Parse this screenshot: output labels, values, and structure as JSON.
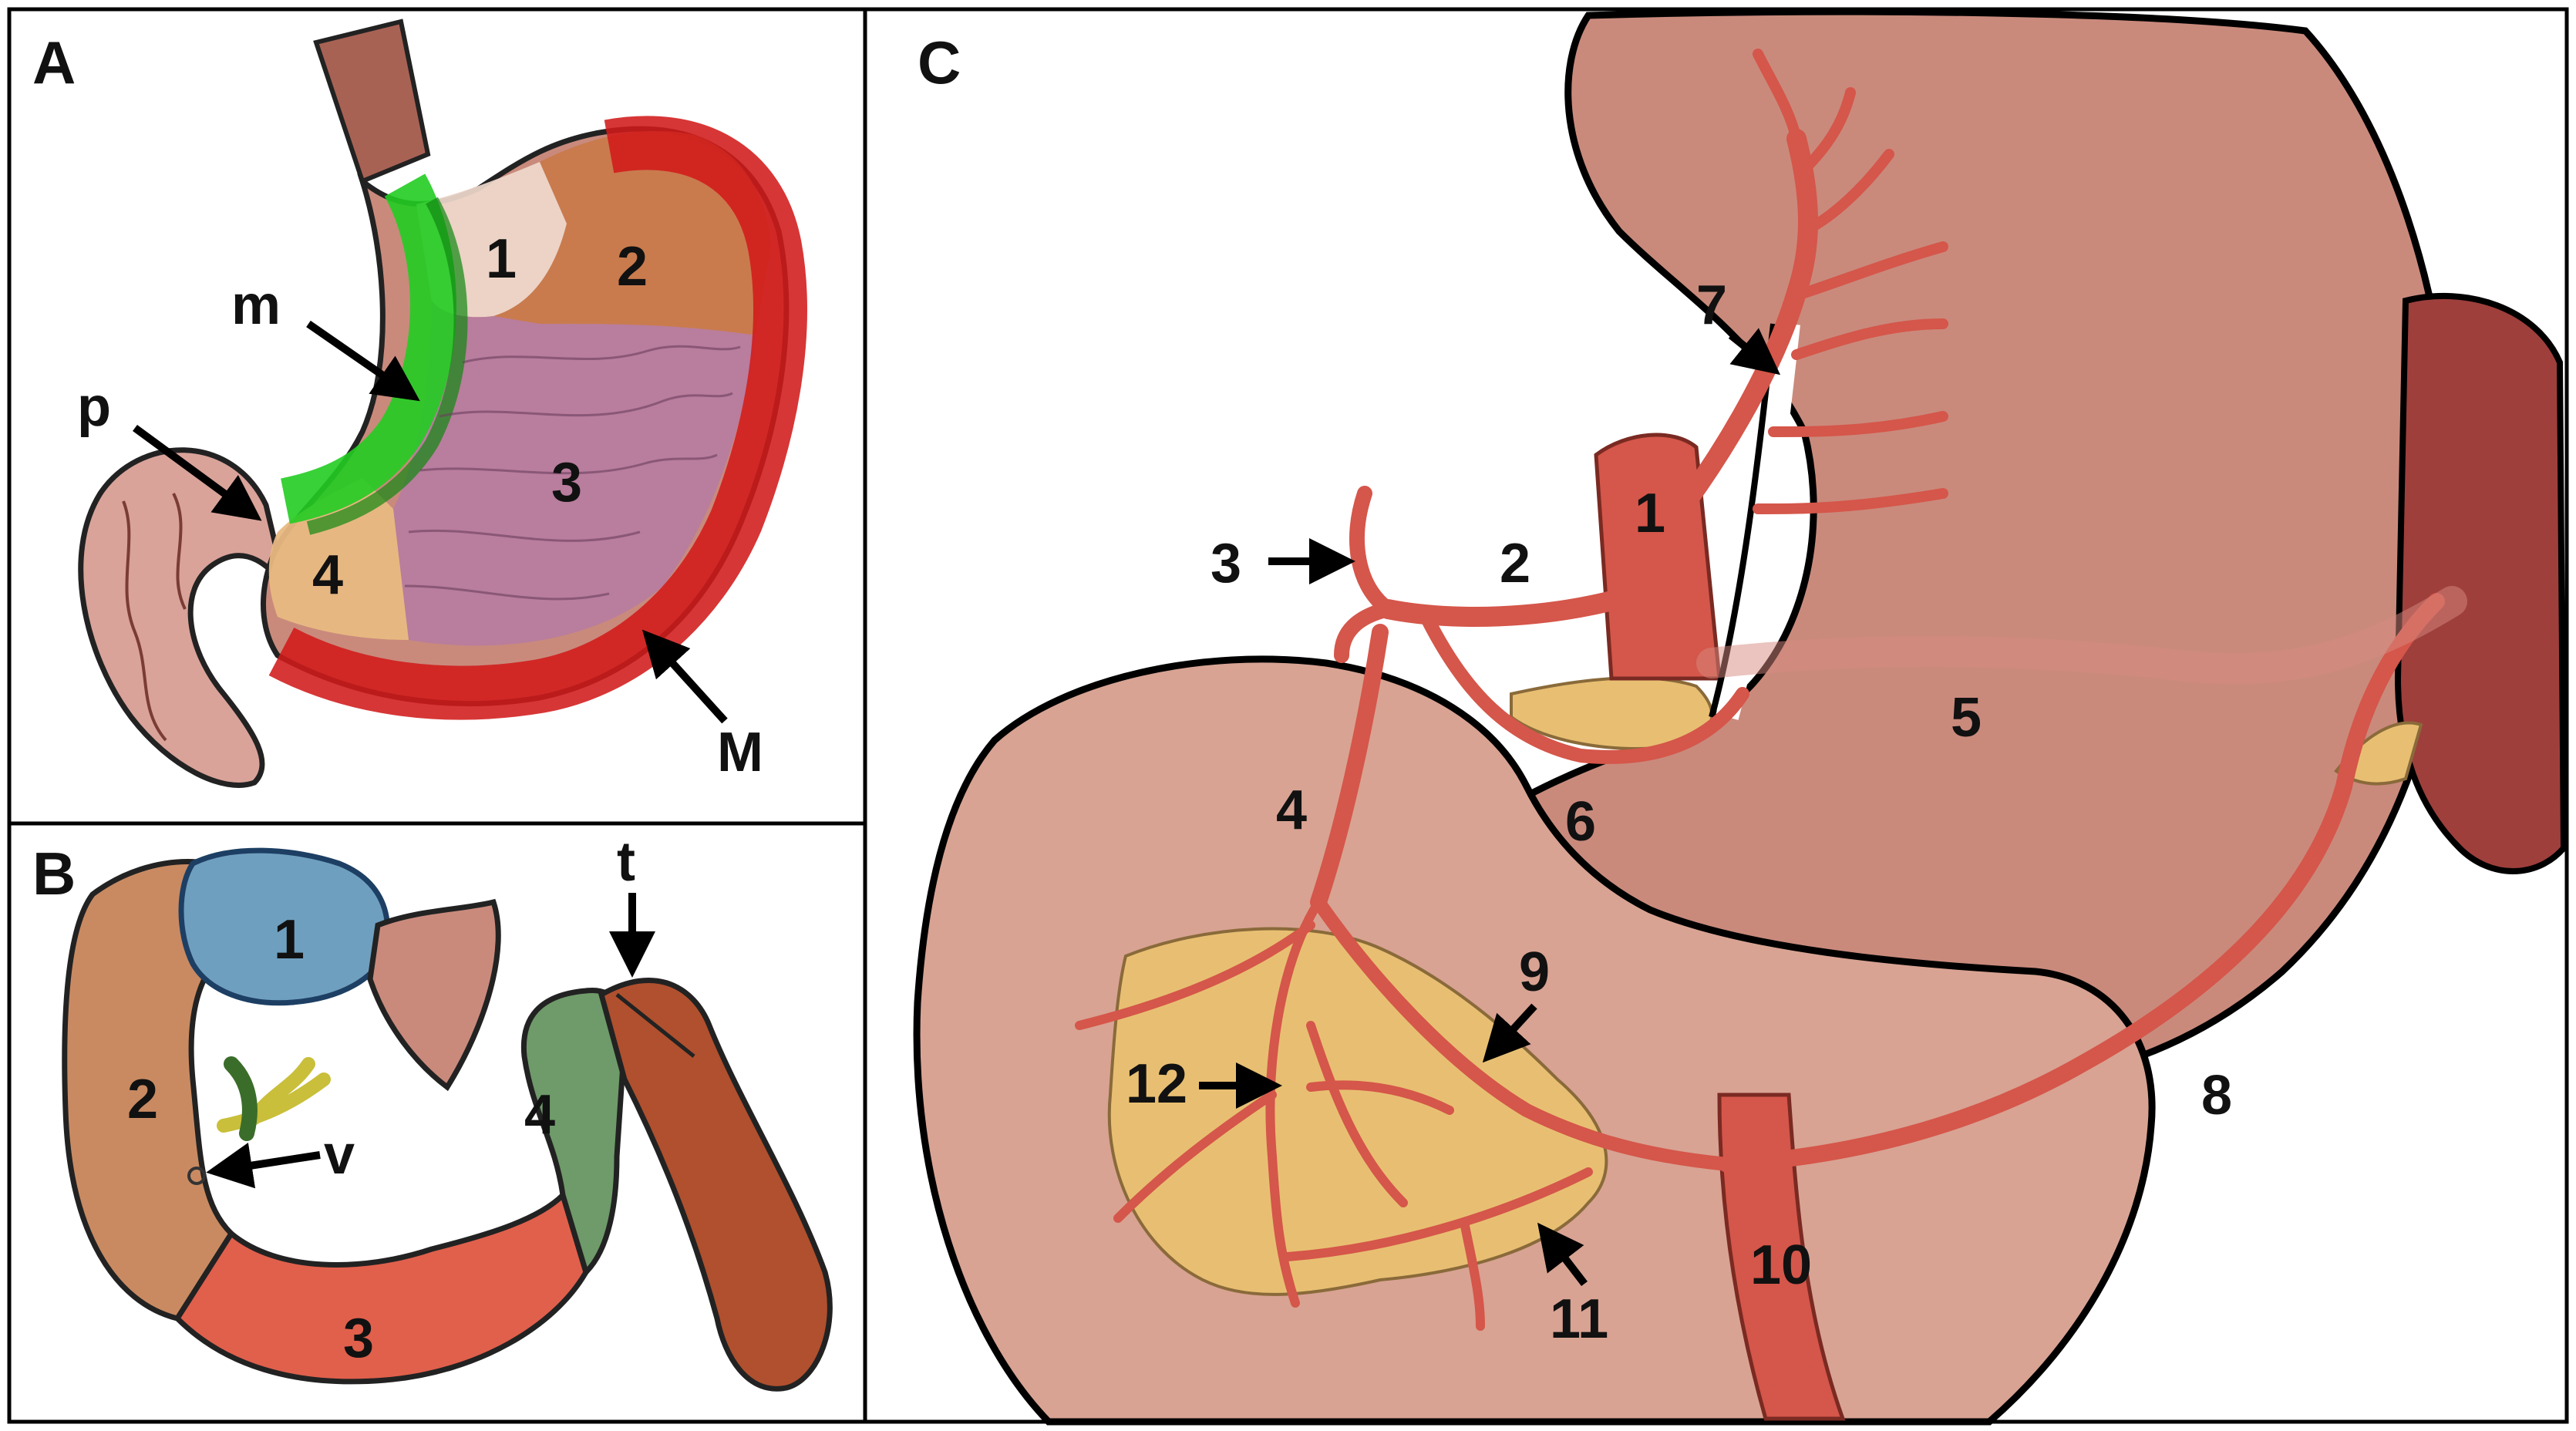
{
  "panels": {
    "a": {
      "letter": "A",
      "labels": {
        "r1": "1",
        "r2": "2",
        "r3": "3",
        "r4": "4",
        "m": "m",
        "p": "p",
        "M": "M"
      }
    },
    "b": {
      "letter": "B",
      "labels": {
        "r1": "1",
        "r2": "2",
        "r3": "3",
        "r4": "4",
        "t": "t",
        "v": "v"
      }
    },
    "c": {
      "letter": "C",
      "labels": {
        "n1": "1",
        "n2": "2",
        "n3": "3",
        "n4": "4",
        "n5": "5",
        "n6": "6",
        "n7": "7",
        "n8": "8",
        "n9": "9",
        "n10": "10",
        "n11": "11",
        "n12": "12"
      }
    }
  },
  "colors": {
    "border": "#000000",
    "organ": "#c98a7c",
    "organ_light": "#d8a393",
    "vessel": "#d5564a",
    "pancreas": "#e8bf72",
    "cardia": "#efd9cc",
    "fundus": "#c97a4a",
    "body": "#b77ca0",
    "antrum": "#e9b982",
    "lesser_curvature": "#22cc22",
    "greater_curvature": "#d11a1a",
    "bulb": "#6f9fbf",
    "descending": "#c98a62",
    "horizontal": "#e0604c",
    "ascending": "#6f9a6a",
    "jejunum": "#b0502e",
    "spleen": "#9e3f3c",
    "bile": "#c9bf3a"
  }
}
